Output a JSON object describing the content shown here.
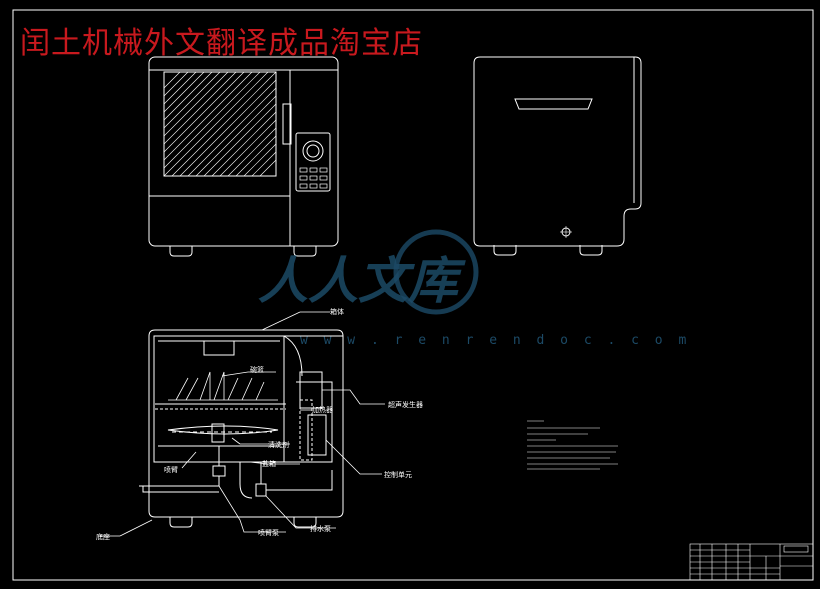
{
  "banner": "闰土机械外文翻译成品淘宝店",
  "watermark": {
    "cn": "人人文库",
    "url": "w w w . r e n r e n d o c . c o m"
  },
  "callouts": {
    "box": "箱体",
    "basket": "碗篮",
    "ultrasonic": "超声发生器",
    "heater": "加热器",
    "spray_arm": "喷臂",
    "cleaner": "清洗剂",
    "detergent_box": "盐箱",
    "control_unit": "控制单元",
    "base": "底座",
    "spray_pump": "喷臂泵",
    "drain_pump": "排水泵"
  },
  "colors": {
    "line": "#ffffff",
    "banner": "#c8191e",
    "watermark": "#1c4a66"
  }
}
